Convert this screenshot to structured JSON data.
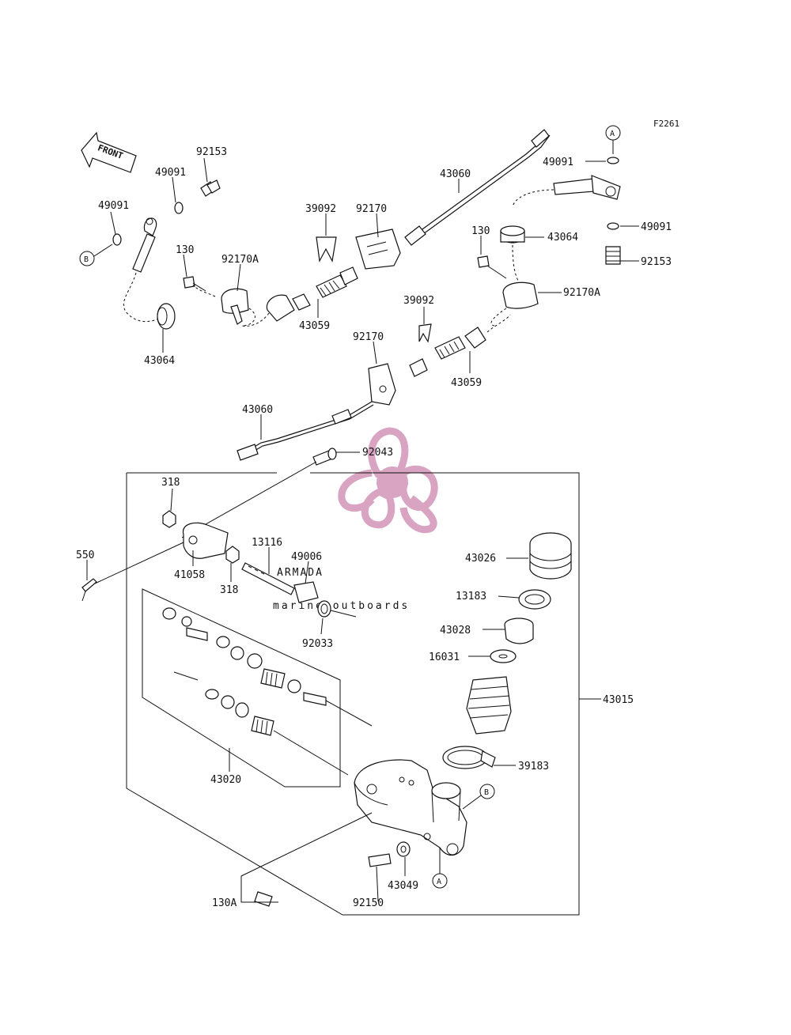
{
  "figure_code": "F2261",
  "front_label": "FRONT",
  "watermark": {
    "brand": "ARMADA",
    "tagline": "marine outboards",
    "color": "#d9a3c2"
  },
  "ref_markers": {
    "a": "A",
    "b": "B"
  },
  "callouts": {
    "p92153_l": "92153",
    "p49091_l1": "49091",
    "p49091_l2": "49091",
    "p130_l": "130",
    "p92170A_l": "92170A",
    "p43064_l": "43064",
    "p39092_l": "39092",
    "p92170_l": "92170",
    "p43060_top": "43060",
    "p43059_l": "43059",
    "p130_r": "130",
    "p43064_r": "43064",
    "p49091_r1": "49091",
    "p49091_r2": "49091",
    "p92153_r": "92153",
    "p92170A_r": "92170A",
    "p39092_r": "39092",
    "p92170_r": "92170",
    "p43059_r": "43059",
    "p43060_bottom": "43060",
    "p92043": "92043",
    "p318_a": "318",
    "p550": "550",
    "p41058": "41058",
    "p318_b": "318",
    "p13116": "13116",
    "p49006": "49006",
    "p92033": "92033",
    "p43026": "43026",
    "p13183": "13183",
    "p43028": "43028",
    "p16031": "16031",
    "p43015": "43015",
    "p39183": "39183",
    "p43020": "43020",
    "p43049": "43049",
    "p92150": "92150",
    "p130A": "130A"
  }
}
